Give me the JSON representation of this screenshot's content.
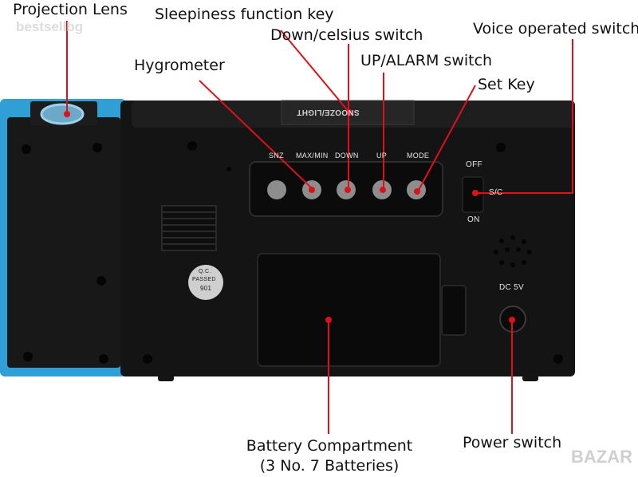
{
  "watermark": {
    "top_left": "bestsellbg",
    "bottom_right": "BAZAR"
  },
  "labels": {
    "projection_lens": "Projection Lens",
    "sleepiness_key": "Sleepiness function key",
    "down_switch": "Down/celsius switch",
    "voice_switch": "Voice operated switch",
    "hygrometer": "Hygrometer",
    "up_alarm": "UP/ALARM switch",
    "set_key": "Set Key",
    "battery_line1": "Battery Compartment",
    "battery_line2": "(3 No. 7 Batteries)",
    "power_switch": "Power switch"
  },
  "device": {
    "snooze_bar": "SNOOZE/LIGHT",
    "button_labels": [
      "SNZ",
      "MAX/MIN",
      "DOWN",
      "UP",
      "MODE"
    ],
    "switch_off": "OFF",
    "switch_sc": "S/C",
    "switch_on": "ON",
    "dc_label": "DC 5V",
    "qc_line1": "Q.C.",
    "qc_line2": "PASSED",
    "qc_line3": "901"
  },
  "colors": {
    "accent_blue": "#2f9fd6",
    "marker_red": "#e0101a",
    "body_black": "#141414"
  }
}
